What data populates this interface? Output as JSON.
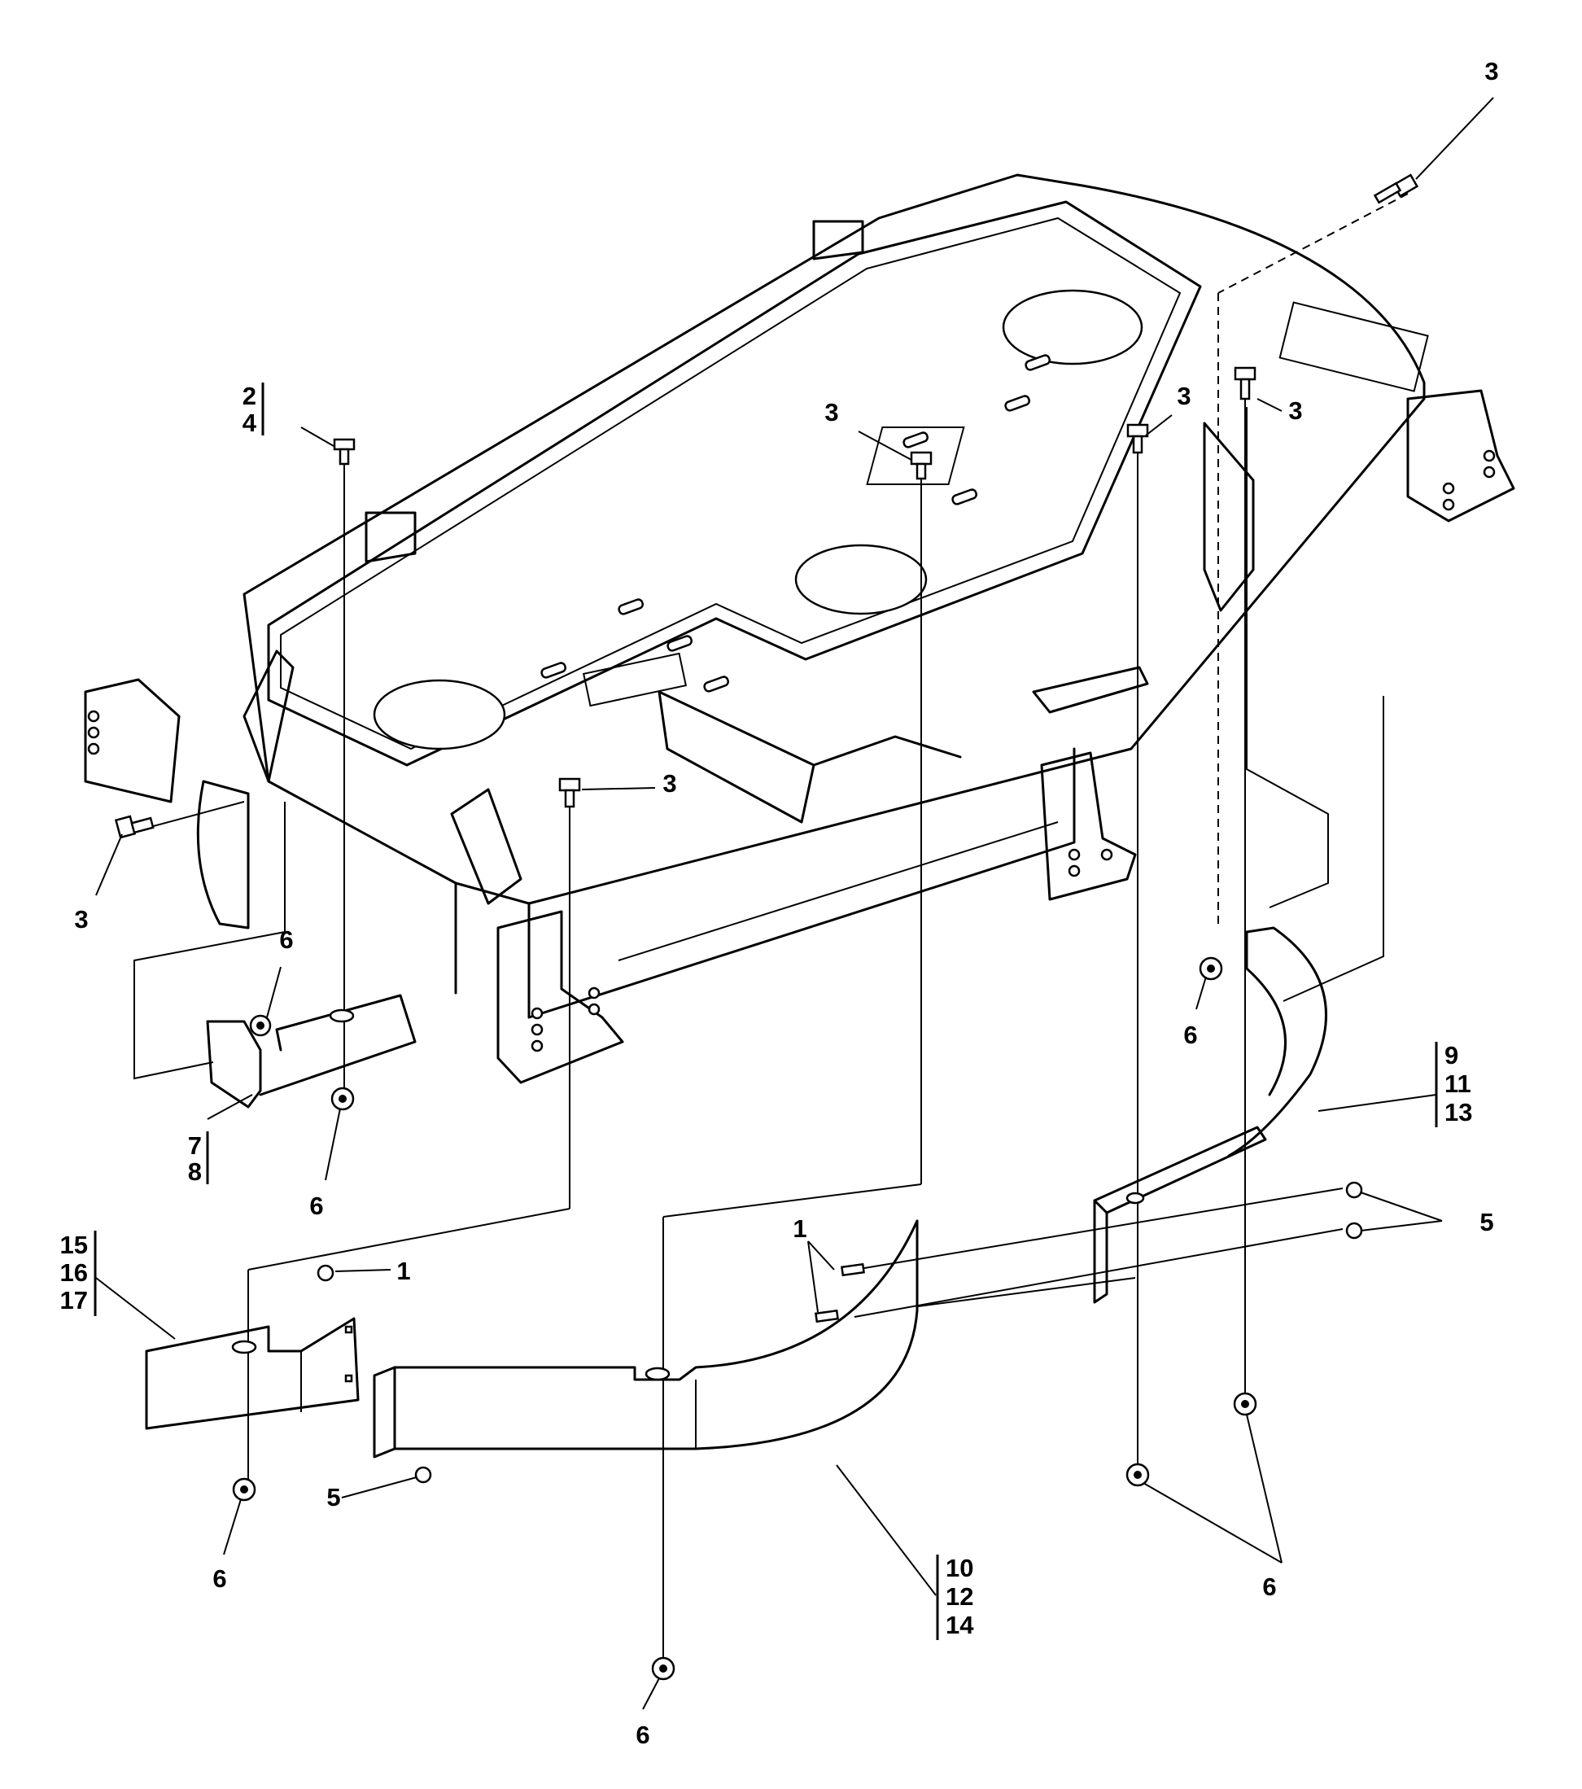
{
  "callouts": [
    {
      "text": "3"
    },
    {
      "text": "3"
    },
    {
      "text": "3"
    },
    {
      "text": "3"
    },
    {
      "text": "3"
    },
    {
      "text": "3"
    },
    {
      "text": "6"
    },
    {
      "text": "6"
    },
    {
      "text": "6"
    },
    {
      "text": "6"
    },
    {
      "text": "6"
    },
    {
      "text": "6"
    },
    {
      "text": "5"
    },
    {
      "text": "5"
    },
    {
      "text": "1"
    },
    {
      "text": "1"
    }
  ],
  "groups": [
    {
      "lines": [
        "2",
        "4"
      ]
    },
    {
      "lines": [
        "7",
        "8"
      ]
    },
    {
      "lines": [
        "9",
        "11",
        "13"
      ]
    },
    {
      "lines": [
        "15",
        "16",
        "17"
      ]
    },
    {
      "lines": [
        "10",
        "12",
        "14"
      ]
    }
  ]
}
